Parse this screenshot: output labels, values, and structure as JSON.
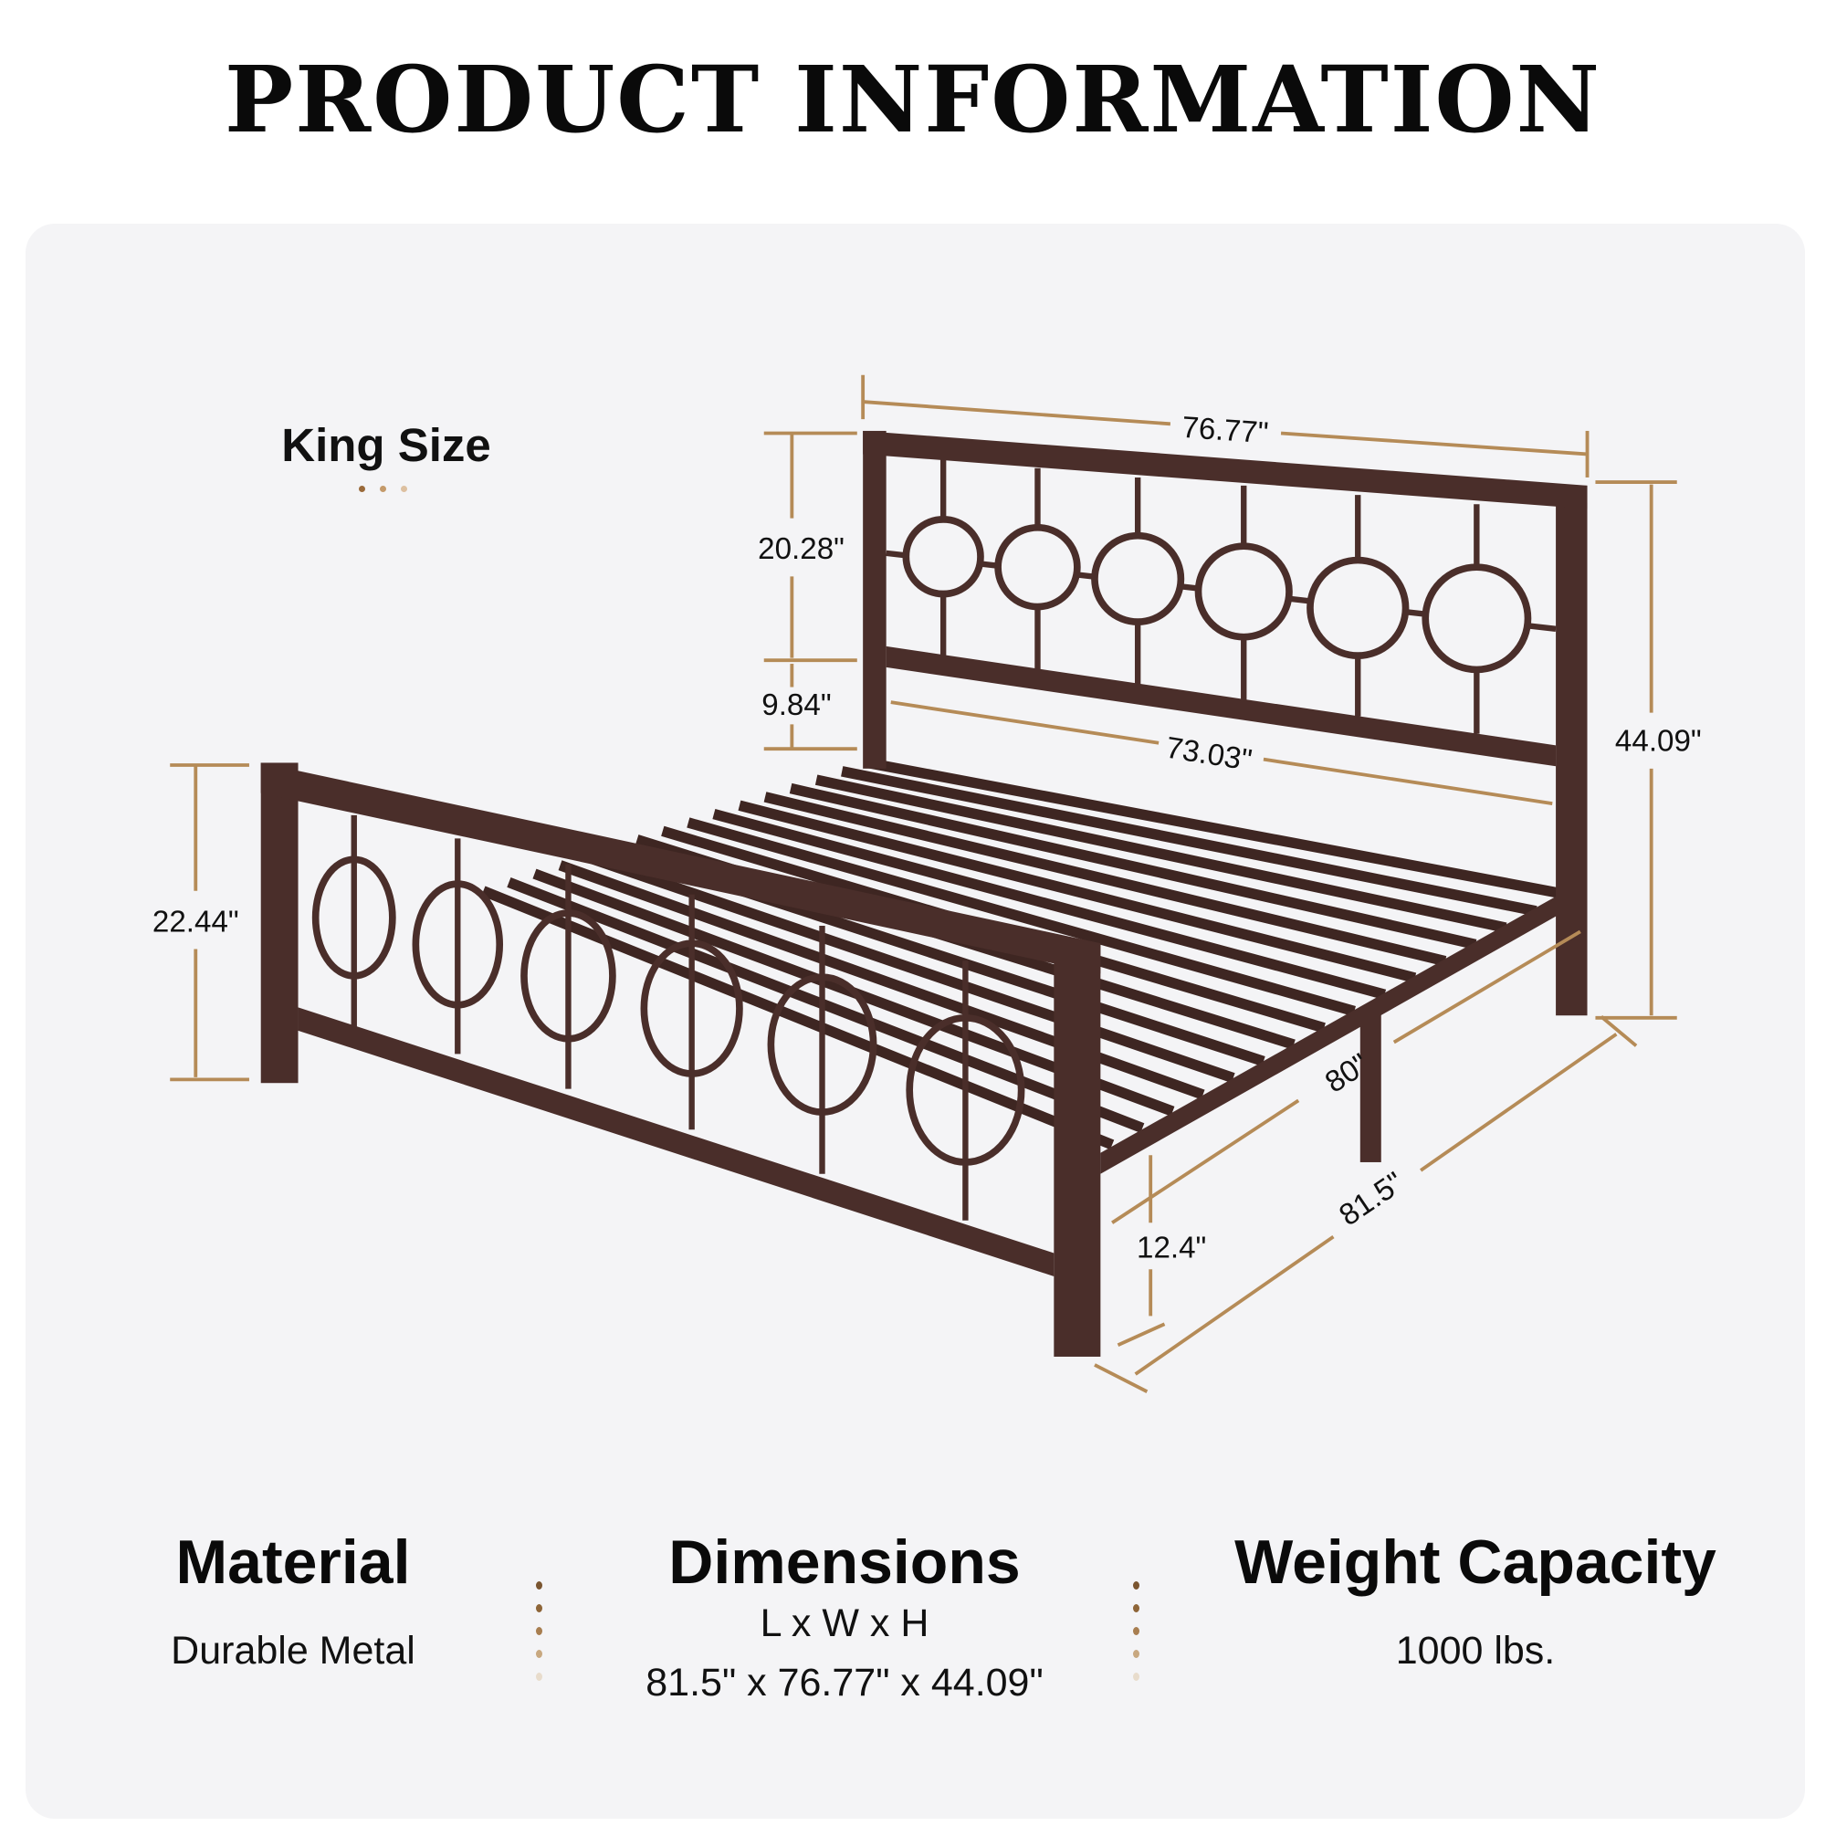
{
  "title": "PRODUCT INFORMATION",
  "size_label": "King Size",
  "colors": {
    "frame": "#4a2e2a",
    "dimension": "#b58b57",
    "panel": "#f4f4f6"
  },
  "dimensions": {
    "headboard_width": "76.77\"",
    "headboard_panel_height": "20.28\"",
    "headboard_gap": "9.84\"",
    "inner_width": "73.03\"",
    "total_height": "44.09\"",
    "footboard_height": "22.44\"",
    "inner_length": "80\"",
    "total_length": "81.5\"",
    "clearance": "12.4\""
  },
  "specs": {
    "material": {
      "heading": "Material",
      "value": "Durable Metal"
    },
    "dims": {
      "heading": "Dimensions",
      "line1": "L x W x H",
      "line2": "81.5\" x 76.77\" x 44.09\""
    },
    "weight": {
      "heading": "Weight Capacity",
      "value": "1000 lbs."
    }
  }
}
